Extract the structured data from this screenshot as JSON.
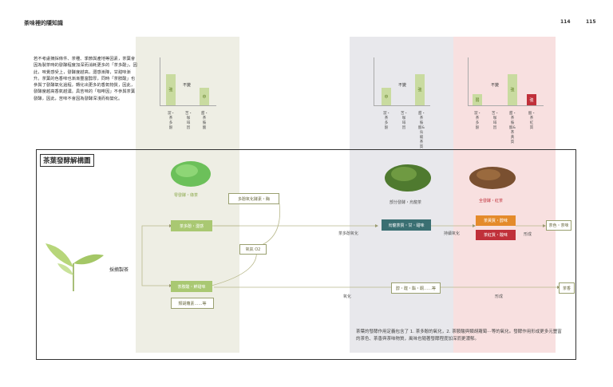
{
  "header": {
    "section_title": "茶味裡的隱知識",
    "page_left": "114",
    "page_right": "115"
  },
  "intro": {
    "text": "若不考慮摘採條件、茶種、季節與產地等因素，茶葉會因為製茶時的發酵程度加深而消耗更多的「茶多酚」，因此，味覺感受上，發酵度越高，澀感漸降，甘甜味漸升。茶葉的色香味也漸漸豐富醇厚，同時「茶胺酸」也參與了發酵氧化過程，轉化出更多的香氣物質，因此，發酵度越高香氣越濃。具苦味的「咖啡因」不參與茶葉發酵，因此，苦味不會因為發酵深淺而有變化。"
  },
  "charts": [
    {
      "bars": [
        {
          "value": "強",
          "label": "澀・茶多酚"
        },
        {
          "value": "不變",
          "label": "苦・咖啡因"
        },
        {
          "value": "中",
          "label": "甜・茶胺酸"
        }
      ]
    },
    {
      "bars": [
        {
          "value": "中",
          "label": "澀・茶多酚"
        },
        {
          "value": "不變",
          "label": "苦・咖啡因"
        },
        {
          "value": "強",
          "label": "甜・茶胺酸&烏龍茶質"
        }
      ]
    },
    {
      "bars": [
        {
          "value": "弱",
          "label": "澀・茶多酚"
        },
        {
          "value": "不變",
          "label": "苦・咖啡因"
        },
        {
          "value": "強",
          "label": "甜・茶胺酸&茶黃質"
        },
        {
          "value": "強",
          "label": "酸・茶紅質"
        }
      ]
    }
  ],
  "diagram": {
    "title": "茶葉發酵解構圖",
    "fresh_leaf": "採摘製茶",
    "green_tea": "零發酵・綠茶",
    "polyphenol": "茶多酚・澀感",
    "enzyme": "多酚氧化酵素・酶",
    "co2": "氧氣 O2",
    "theanine": "茶胺酸・鮮甜味",
    "aroma": "類胡蘿素……等",
    "oxidation_label": "茶多酚氧化",
    "oolong_caption": "部分發酵・烏龍茶",
    "oolong_box": "烏龍茶質・甘・甜味",
    "continue_oxidation": "持續氧化",
    "black_tea": "全發酵・紅茶",
    "theaflavin": "茶黃質・醇味",
    "thearubigin": "茶紅質・酸味",
    "form1": "形成",
    "color_aroma": "茶色・茶味",
    "oxidation2": "氧化",
    "aldehydes": "醇・醛・酯・酮……等",
    "form2": "形成",
    "aroma_result": "茶香"
  },
  "caption": "茶葉的發酵作用定義包含了 1. 茶多酚的氧化，2. 茶胺酸與類胡蘿蔔⋯等的氧化。發酵作用形成更多元豐富的茶色、茶香與茶味物質，風味也隨著發酵程度加深而更濃郁。",
  "colors": {
    "green_band": "#eeeee4",
    "gray_band": "#e8e8ec",
    "red_band": "#f8e0e0",
    "green": "#a9c872",
    "teal": "#3a6f72",
    "orange": "#e48b2b",
    "red": "#c0303a"
  }
}
